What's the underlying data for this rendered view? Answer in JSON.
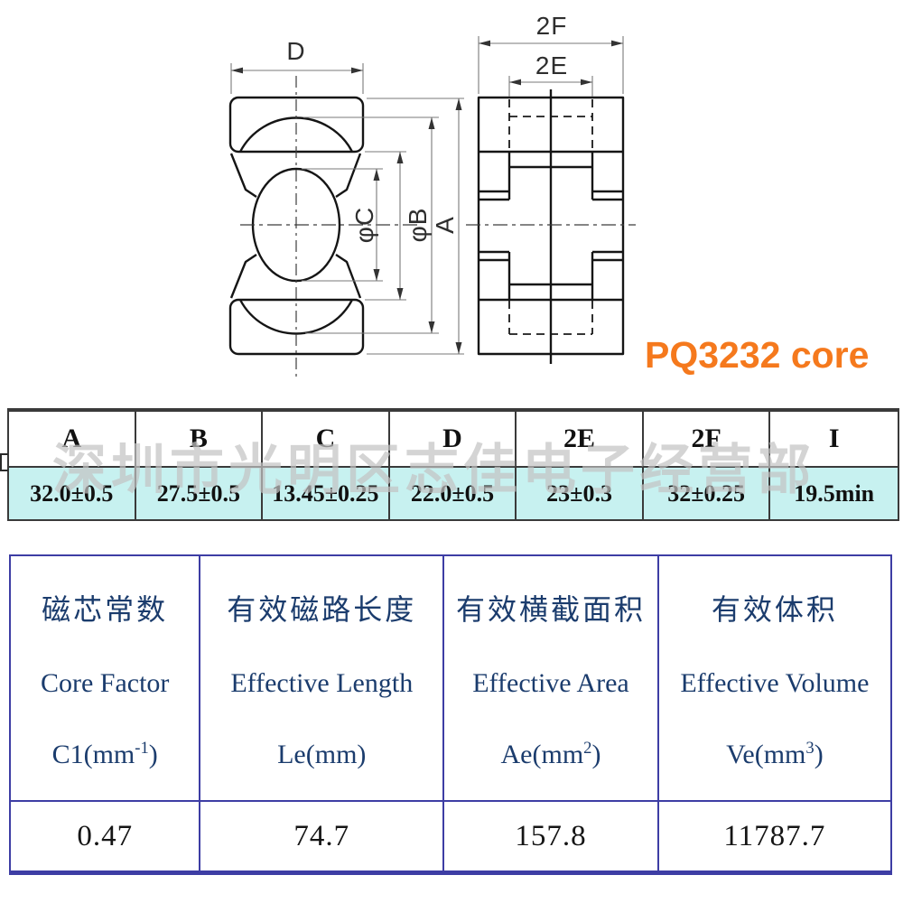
{
  "title": {
    "text": "PQ3232 core",
    "color": "#f5791d"
  },
  "watermark": {
    "text": "深圳市光明区志佳电子经营部"
  },
  "drawing": {
    "front_view": {
      "dim_d": "D",
      "dim_phi_c": "φC",
      "dim_phi_b": "φB",
      "dim_a": "A"
    },
    "side_view": {
      "dim_2f": "2F",
      "dim_2e": "2E"
    }
  },
  "dim_table": {
    "headers": [
      "A",
      "B",
      "C",
      "D",
      "2E",
      "2F",
      "I"
    ],
    "values": [
      "32.0±0.5",
      "27.5±0.5",
      "13.45±0.25",
      "22.0±0.5",
      "23±0.3",
      "32±0.25",
      "19.5min"
    ],
    "value_row_bg": "#c7f1f0"
  },
  "param_table": {
    "border_color": "#3d3da4",
    "header_text_color": "#1b3c6d",
    "columns": [
      {
        "cn": "磁芯常数",
        "en": "Core Factor",
        "sym_pre": "C1(mm",
        "sym_sup": "-1",
        "sym_post": ")",
        "value": "0.47"
      },
      {
        "cn": "有效磁路长度",
        "en": "Effective Length",
        "sym_pre": "Le(mm",
        "sym_sup": "",
        "sym_post": ")",
        "value": "74.7"
      },
      {
        "cn": "有效横截面积",
        "en": "Effective Area",
        "sym_pre": "Ae(mm",
        "sym_sup": "2",
        "sym_post": ")",
        "value": "157.8"
      },
      {
        "cn": "有效体积",
        "en": "Effective Volume",
        "sym_pre": "Ve(mm",
        "sym_sup": "3",
        "sym_post": ")",
        "value": "11787.7"
      }
    ]
  }
}
